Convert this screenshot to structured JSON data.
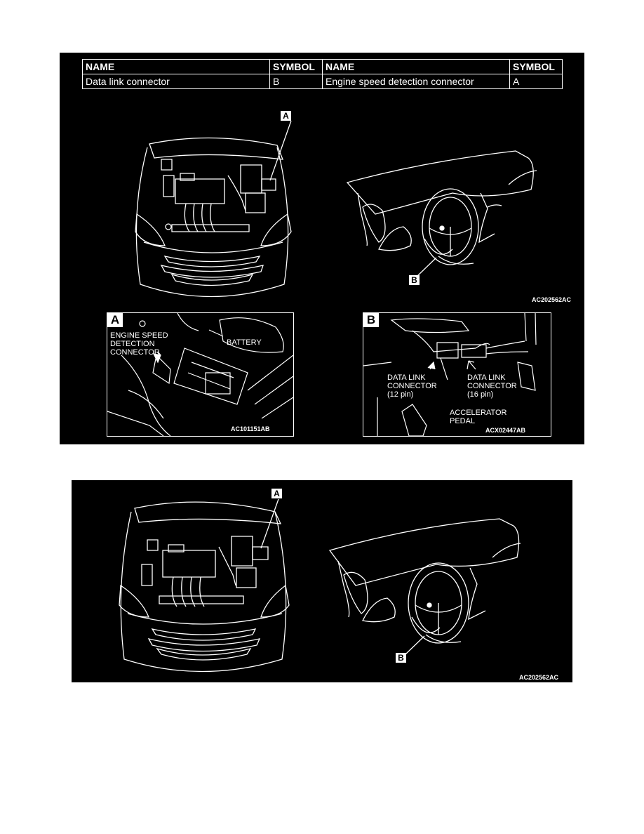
{
  "legend": {
    "headers": [
      "NAME",
      "SYMBOL",
      "NAME",
      "SYMBOL"
    ],
    "rows": [
      [
        "Data link connector",
        "B",
        "Engine speed detection connector",
        "A"
      ]
    ]
  },
  "top_figure": {
    "callout_a": "A",
    "callout_b": "B",
    "figure_code": "AC202562AC",
    "inset_a": {
      "tag": "A",
      "label_connector": "ENGINE SPEED\nDETECTION\nCONNECTOR",
      "label_battery": "BATTERY",
      "code": "AC101151AB"
    },
    "inset_b": {
      "tag": "B",
      "label_dlc12": "DATA LINK\nCONNECTOR\n(12 pin)",
      "label_dlc16": "DATA LINK\nCONNECTOR\n(16 pin)",
      "label_pedal": "ACCELERATOR\nPEDAL",
      "code": "ACX02447AB"
    }
  },
  "bottom_figure": {
    "callout_a": "A",
    "callout_b": "B",
    "figure_code": "AC202562AC"
  }
}
